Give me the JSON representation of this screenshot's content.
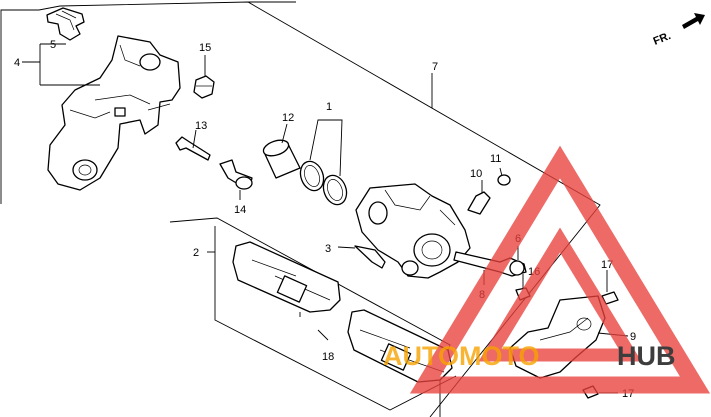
{
  "diagram": {
    "direction_label": "FR.",
    "callouts": {
      "c1": "1",
      "c2": "2",
      "c3": "3",
      "c4": "4",
      "c5": "5",
      "c6": "6",
      "c7": "7",
      "c8": "8",
      "c9": "9",
      "c10": "10",
      "c11": "11",
      "c12": "12",
      "c13": "13",
      "c14": "14",
      "c15": "15",
      "c16": "16",
      "c17a": "17",
      "c17b": "17",
      "c18": "18"
    }
  },
  "watermark": {
    "text_auto": "AUTOMOTO",
    "text_hub": "HUB",
    "colors": {
      "red": "#e8413c",
      "orange": "#f6a300",
      "gray": "#3d3d3d"
    }
  }
}
